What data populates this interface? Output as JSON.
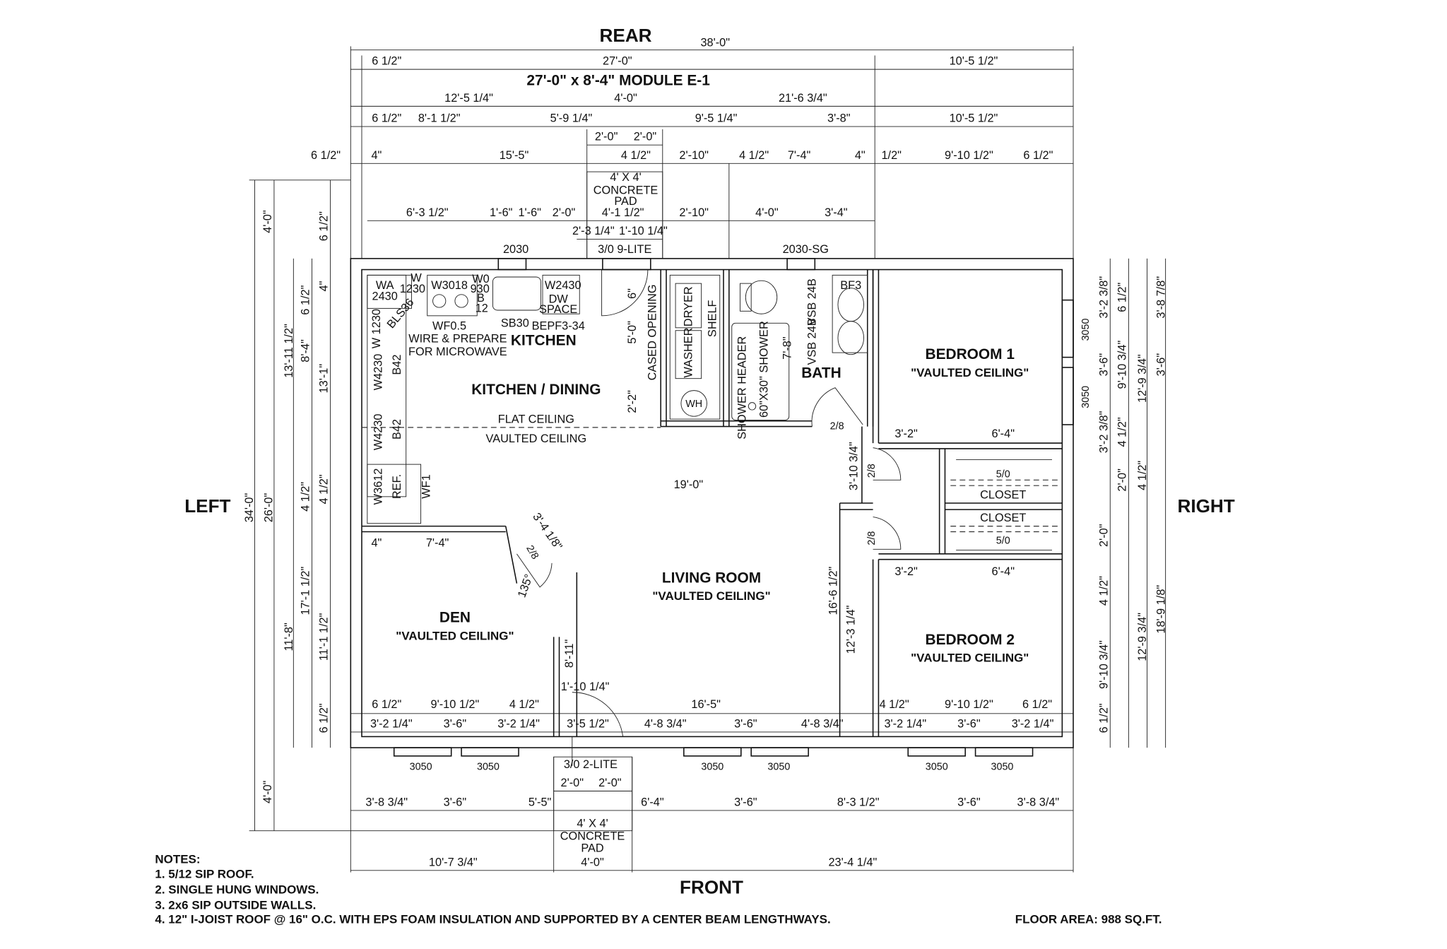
{
  "header": {
    "rear": "REAR",
    "overall": "38'-0\"",
    "module": "27'-0\" x 8'-4\" MODULE E-1"
  },
  "sides": {
    "left": "LEFT",
    "right": "RIGHT",
    "front": "FRONT"
  },
  "dims": {
    "top": [
      "6 1/2\"",
      "27'-0\"",
      "10'-5 1/2\"",
      "12'-5 1/4\"",
      "4'-0\"",
      "21'-6 3/4\"",
      "6 1/2\"",
      "8'-1 1/2\"",
      "5'-9 1/4\"",
      "9'-5 1/4\"",
      "3'-8\"",
      "10'-5 1/2\"",
      "2'-0\"",
      "2'-0\"",
      "6 1/2\"",
      "4\"",
      "15'-5\"",
      "4 1/2\"",
      "2'-10\"",
      "4 1/2\"",
      "7'-4\"",
      "4\"",
      "1/2\"",
      "9'-10 1/2\"",
      "6 1/2\"",
      "6'-3 1/2\"",
      "1'-6\"",
      "1'-6\"",
      "2'-0\"",
      "4'-1 1/2\"",
      "2'-10\"",
      "4'-0\"",
      "3'-4\"",
      "2'-3 1/4\"",
      "1'-10 1/4\""
    ],
    "left": [
      "4'-0\"",
      "6 1/2\"",
      "4\"",
      "6 1/2\"",
      "13'-11 1/2\"",
      "8'-4\"",
      "13'-1\"",
      "34'-0\"",
      "26'-0\"",
      "4 1/2\"",
      "4 1/2\"",
      "17'-1 1/2\"",
      "11'-8\"",
      "11'-1 1/2\"",
      "6 1/2\"",
      "4'-0\""
    ],
    "right": [
      "3'-2 3/8\"",
      "6 1/2\"",
      "3'-8 7/8\"",
      "3'-6\"",
      "9'-10 3/4\"",
      "3'-6\"",
      "12'-9 3/4\"",
      "3'-2 3/8\"",
      "4 1/2\"",
      "2'-0\"",
      "4 1/2\"",
      "2'-0\"",
      "4 1/2\"",
      "18'-9 1/8\"",
      "12'-9 3/4\"",
      "9'-10 3/4\"",
      "6 1/2\""
    ],
    "bottom": [
      "6 1/2\"",
      "9'-10 1/2\"",
      "4 1/2\"",
      "16'-5\"",
      "4 1/2\"",
      "9'-10 1/2\"",
      "6 1/2\"",
      "3'-2 1/4\"",
      "3'-6\"",
      "3'-2 1/4\"",
      "3'-5 1/2\"",
      "4'-8 3/4\"",
      "3'-6\"",
      "4'-8 3/4\"",
      "3'-2 1/4\"",
      "3'-6\"",
      "3'-2 1/4\"",
      "2'-0\"",
      "2'-0\"",
      "3'-8 3/4\"",
      "3'-6\"",
      "5'-5\"",
      "6'-4\"",
      "3'-6\"",
      "8'-3 1/2\"",
      "3'-6\"",
      "3'-8 3/4\"",
      "10'-7 3/4\"",
      "4'-0\"",
      "23'-4 1/4\""
    ],
    "interior": [
      "6\"",
      "5'-0\"",
      "2'-2\"",
      "7'-8\"",
      "19'-0\"",
      "3'-10 3/4\"",
      "3'-2\"",
      "6'-4\"",
      "3'-2\"",
      "6'-4\"",
      "4\"",
      "7'-4\"",
      "3'-4 1/8\"",
      "16'-6 1/2\"",
      "12'-3 1/4\"",
      "8'-11\"",
      "1'-10 1/4\"",
      "135°"
    ]
  },
  "pads": {
    "rear": [
      "4' X 4'",
      "CONCRETE",
      "PAD"
    ],
    "front": [
      "4' X 4'",
      "CONCRETE",
      "PAD"
    ]
  },
  "windows": {
    "rear": [
      "2030",
      "2030-SG"
    ],
    "right": [
      "3050",
      "3050"
    ],
    "front": [
      "3050",
      "3050",
      "3050",
      "3050",
      "3050",
      "3050"
    ]
  },
  "doors": {
    "rear": "3/0 9-LITE",
    "front": "3/0 2-LITE",
    "interior": [
      "2/8",
      "2/8",
      "2/8",
      "2/8"
    ],
    "closets": [
      "5/0",
      "5/0"
    ]
  },
  "rooms": {
    "kitchen": "KITCHEN",
    "kitchen_dining": "KITCHEN / DINING",
    "bath": "BATH",
    "bedroom1": "BEDROOM 1",
    "bedroom2": "BEDROOM 2",
    "living": "LIVING ROOM",
    "den": "DEN",
    "closet": "CLOSET",
    "vaulted": "\"VAULTED CEILING\"",
    "flat_ceiling": "FLAT CEILING",
    "vaulted_ceiling": "VAULTED CEILING"
  },
  "fixtures": [
    "WA",
    "2430",
    "W",
    "1230",
    "W3018",
    "W0",
    "930",
    "B",
    "12",
    "W2430",
    "DW",
    "SPACE",
    "BLS36",
    "W 1230",
    "WF0.5",
    "SB30",
    "BEPF3-34",
    "WIRE & PREPARE",
    "FOR MICROWAVE",
    "W4230",
    "B42",
    "W4230",
    "B42",
    "W3612",
    "REF.",
    "WF1",
    "CASED OPENING",
    "WASHER",
    "DRYER",
    "SHELF",
    "WH",
    "SHOWER HEADER",
    "60\"X30\" SHOWER",
    "VSB 24B",
    "VSB 24B",
    "BF3"
  ],
  "notes": {
    "title": "NOTES:",
    "items": [
      "1. 5/12 SIP ROOF.",
      "2. SINGLE HUNG WINDOWS.",
      "3. 2x6 SIP OUTSIDE WALLS.",
      "4. 12\" I-JOIST ROOF @ 16\" O.C. WITH EPS FOAM INSULATION AND SUPPORTED BY A CENTER BEAM LENGTHWAYS."
    ],
    "floor_area": "FLOOR AREA:  988 SQ.FT."
  }
}
